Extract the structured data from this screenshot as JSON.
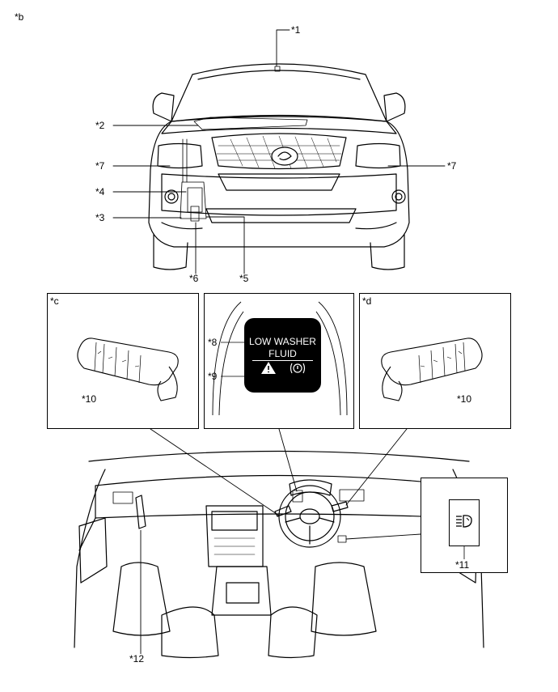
{
  "figure_label": "*b",
  "callouts": {
    "c1": "*1",
    "c2": "*2",
    "c3": "*3",
    "c4": "*4",
    "c5": "*5",
    "c6": "*6",
    "c7_left": "*7",
    "c7_right": "*7",
    "c8": "*8",
    "c9": "*9",
    "c10_left": "*10",
    "c10_right": "*10",
    "c11": "*11",
    "c12": "*12"
  },
  "inset_labels": {
    "c": "*c",
    "d": "*d"
  },
  "meter_display": {
    "line1": "LOW WASHER",
    "line2": "FLUID",
    "warning_icon": "warning-triangle-icon",
    "brake_icon": "brake-warning-icon"
  },
  "switch_icon": "headlight-cleaner-icon"
}
